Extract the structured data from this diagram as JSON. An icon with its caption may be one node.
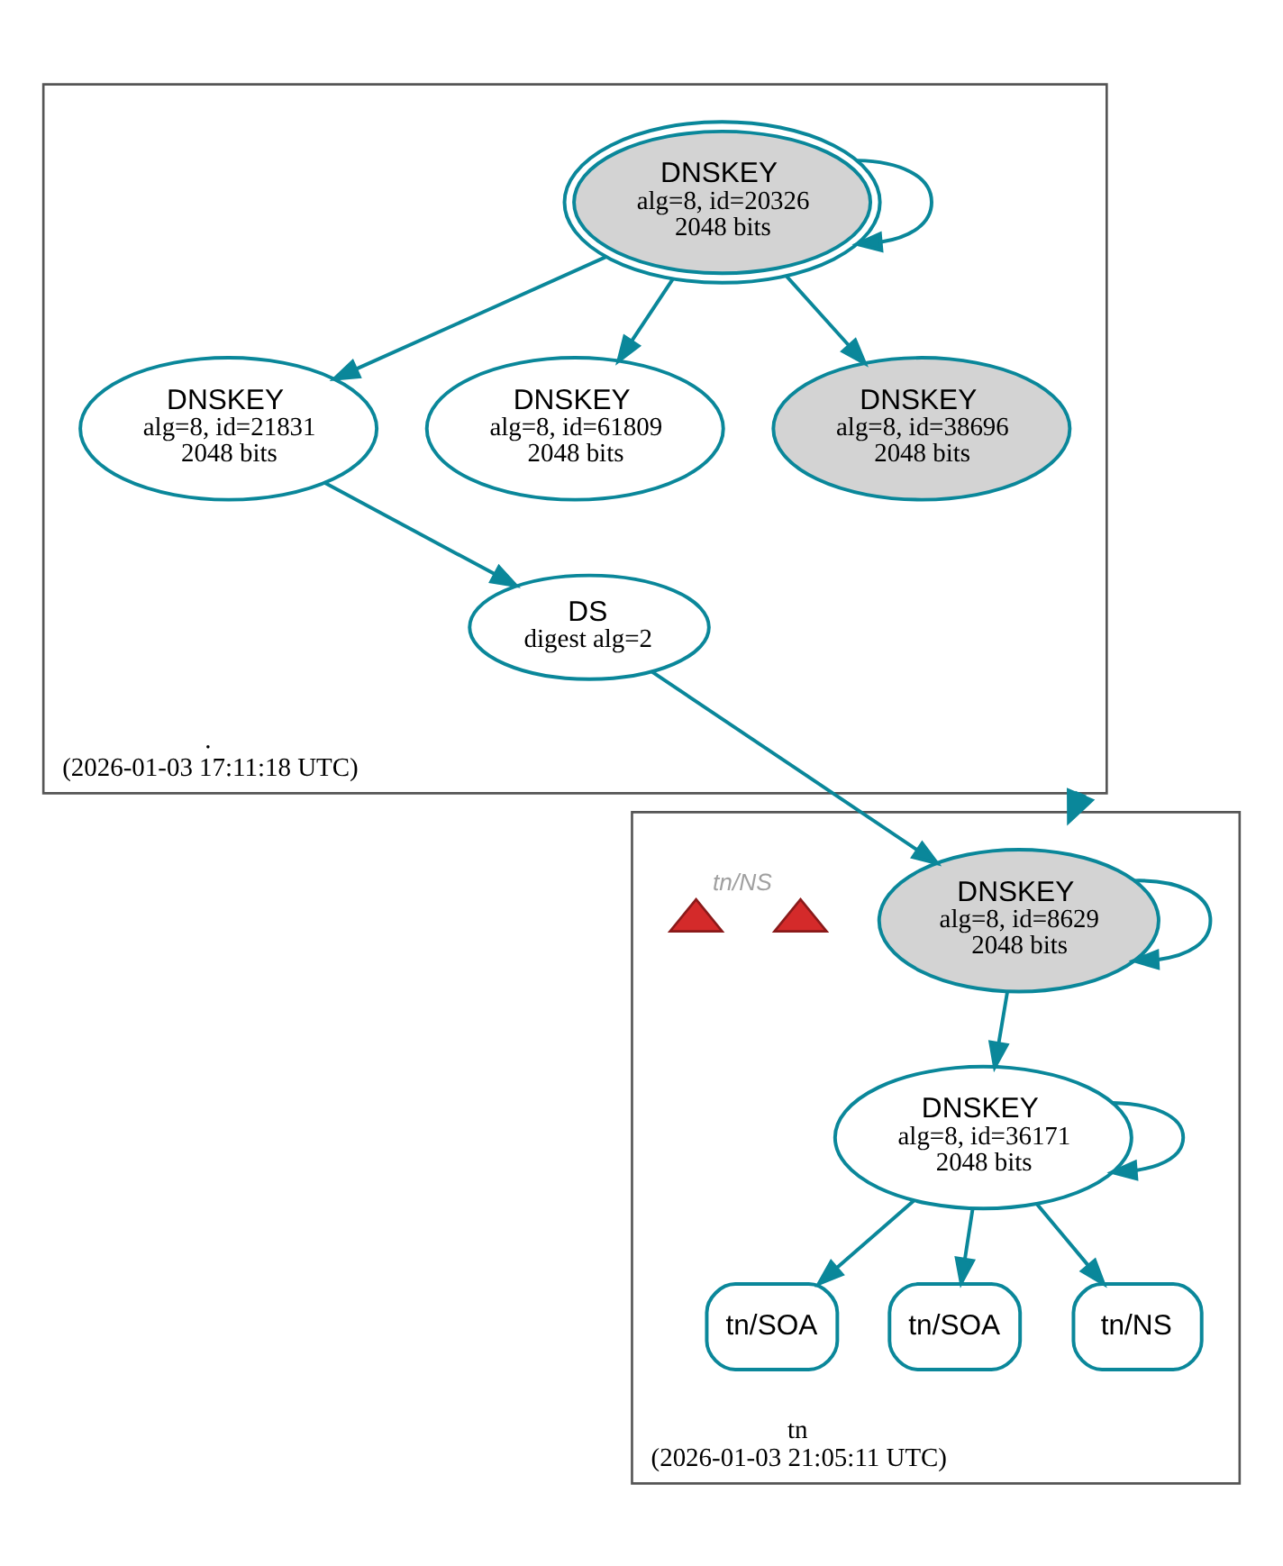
{
  "diagram": {
    "nodes": [
      {
        "text": [
          ".",
          "(2026-01-03 17:11:18 UTC)"
        ]
      },
      {
        "text": [
          "DNSKEY",
          "alg=8, id=20326",
          "2048 bits"
        ],
        "in": 0
      },
      {
        "text": [
          "DNSKEY",
          "alg=8, id=21831",
          "2048 bits"
        ],
        "in": 0
      },
      {
        "text": [
          "DNSKEY",
          "alg=8, id=61809",
          "2048 bits"
        ],
        "in": 0
      },
      {
        "text": [
          "DNSKEY",
          "alg=8, id=38696",
          "2048 bits"
        ],
        "in": 0
      },
      {
        "text": [
          "DS",
          "digest alg=2"
        ],
        "in": 0
      },
      {
        "text": [
          "tn",
          "(2026-01-03 21:05:11 UTC)"
        ]
      },
      {
        "text": [
          "DNSKEY",
          "alg=8, id=8629",
          "2048 bits"
        ],
        "in": 6
      },
      {
        "text": [
          "DNSKEY",
          "alg=8, id=36171",
          "2048 bits"
        ],
        "in": 6
      },
      {
        "text": [
          "tn/SOA"
        ],
        "in": 6
      },
      {
        "text": [
          "tn/SOA"
        ],
        "in": 6
      },
      {
        "text": [
          "tn/NS"
        ],
        "in": 6
      },
      {
        "text": [],
        "shape": "triangle",
        "in": 6,
        "beside": [
          "tn/NS"
        ]
      },
      {
        "text": [],
        "shape": "triangle",
        "in": 6
      }
    ],
    "edges": [
      {
        "from": 1,
        "to": 1,
        "arrow": "to"
      },
      {
        "from": 1,
        "to": 2,
        "arrow": "to"
      },
      {
        "from": 1,
        "to": 3,
        "arrow": "to"
      },
      {
        "from": 1,
        "to": 4,
        "arrow": "to"
      },
      {
        "from": 2,
        "to": 5,
        "arrow": "to"
      },
      {
        "from": 0,
        "to": 6,
        "arrow": "to",
        "style": "thick"
      },
      {
        "from": 5,
        "to": 7,
        "arrow": "to"
      },
      {
        "from": 7,
        "to": 7,
        "arrow": "to"
      },
      {
        "from": 7,
        "to": 8,
        "arrow": "to"
      },
      {
        "from": 8,
        "to": 8,
        "arrow": "to"
      },
      {
        "from": 8,
        "to": 9,
        "arrow": "to"
      },
      {
        "from": 8,
        "to": 10,
        "arrow": "to"
      },
      {
        "from": 8,
        "to": 11,
        "arrow": "to"
      }
    ]
  }
}
